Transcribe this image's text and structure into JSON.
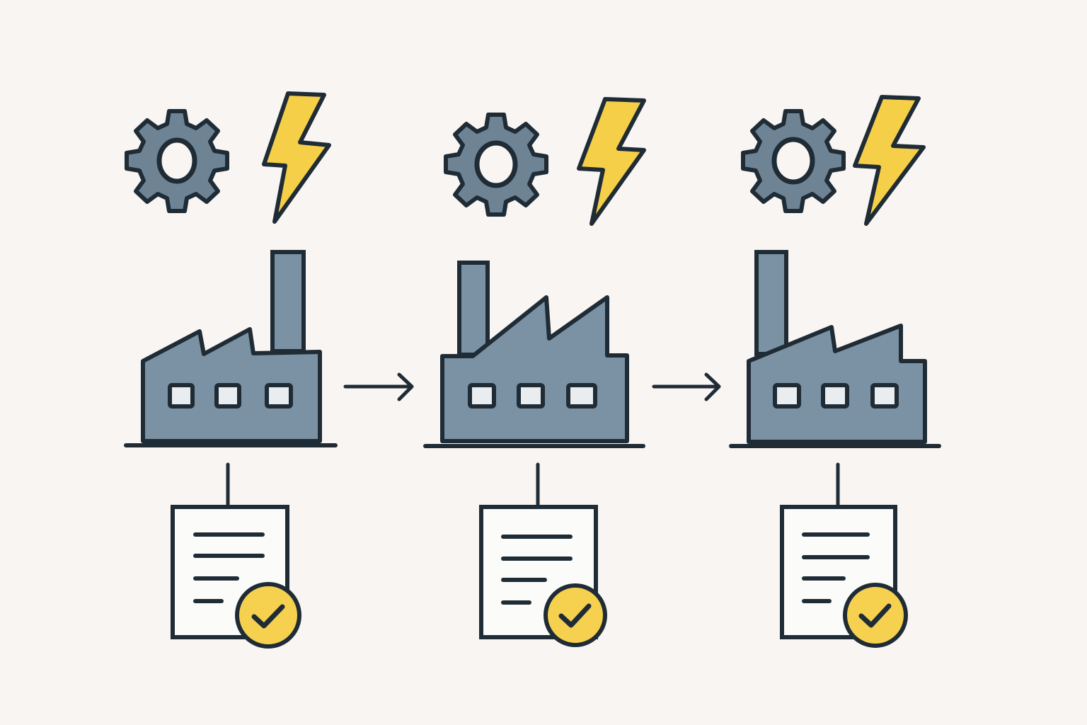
{
  "colors": {
    "background": "#f8f5f3",
    "outline": "#1f2c36",
    "factory_fill": "#7b92a4",
    "gear_fill": "#6e8494",
    "bolt_fill": "#f6cf48",
    "badge_fill": "#f6d14f",
    "document_fill": "#fbfbfa",
    "window_fill": "#e9edf0"
  },
  "diagram": {
    "stages": [
      {
        "id": "stage-1",
        "icons": [
          "gear-icon",
          "lightning-bolt-icon",
          "factory-icon",
          "checked-document-icon"
        ],
        "factory_variant": "chimney-right"
      },
      {
        "id": "stage-2",
        "icons": [
          "gear-icon",
          "lightning-bolt-icon",
          "factory-icon",
          "checked-document-icon"
        ],
        "factory_variant": "chimney-left-tall-sawtooth"
      },
      {
        "id": "stage-3",
        "icons": [
          "gear-icon",
          "lightning-bolt-icon",
          "factory-icon",
          "checked-document-icon"
        ],
        "factory_variant": "chimney-left"
      }
    ],
    "connectors": [
      {
        "from": "stage-1",
        "to": "stage-2",
        "icon": "arrow-right-icon"
      },
      {
        "from": "stage-2",
        "to": "stage-3",
        "icon": "arrow-right-icon"
      }
    ]
  }
}
